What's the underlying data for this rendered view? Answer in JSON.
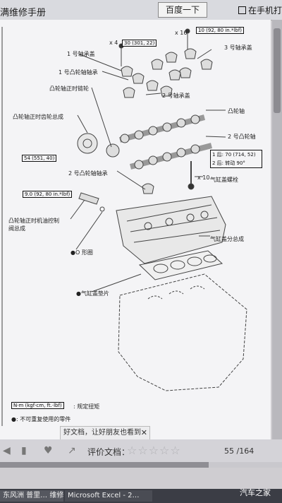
{
  "header": {
    "title": "满维修手册",
    "baidu_button": "百度一下",
    "open_in_phone": "在手机打开"
  },
  "diagram": {
    "labels": {
      "x4": "x 4",
      "x16": "x 16",
      "x10": "x 10",
      "cap1": "1 号轴承盖",
      "cap3": "3 号轴承盖",
      "cap2": "2 号轴承盖",
      "camshaft_bearing1": "1 号凸轮轴轴承",
      "cam_timing_sprocket": "凸轮轴正时链轮",
      "camshaft": "凸轮轴",
      "camshaft2": "2 号凸轮轴",
      "cam_timing_gear_assy": "凸轮轴正时齿轮总成",
      "camshaft_bearing2": "2 号凸轮轴轴承",
      "head_bolt": "气缸盖螺栓",
      "ocv_line1": "凸轮轴正时机油控制",
      "ocv_line2": "阀总成",
      "o_ring": "O 形圈",
      "cyl_head_assy": "气缸盖分总成",
      "head_gasket": "气缸盖垫片"
    },
    "torques": {
      "t_cap": "30 (301, 22)",
      "t_cap2": "10 (92, 80 in.*lbf)",
      "t_sprocket": "54 (551, 40)",
      "t_ocv": "9.0 (92, 80 in.*lbf)",
      "t_head1": "1 后: 70 (714, 52)",
      "t_head2": "2 后: 转动 90°"
    },
    "legend": {
      "spec_torque_box": "N·m (kgf·cm, ft.·lbf)",
      "spec_torque_text": ": 规定扭矩",
      "non_reusable": ": 不可重复使用的零件"
    }
  },
  "share_popup": {
    "text": "好文档，让好朋友也看到",
    "close": "✕"
  },
  "footer": {
    "rate_label": "评价文档：",
    "stars": "☆☆☆☆☆",
    "page_current": "55",
    "page_total": "/164",
    "reading_progress": 0.74
  },
  "taskbar": {
    "task1": "东风洲 普里… 维修…",
    "task2": "Microsoft Excel - 2…",
    "watermark": "汽车之家"
  }
}
